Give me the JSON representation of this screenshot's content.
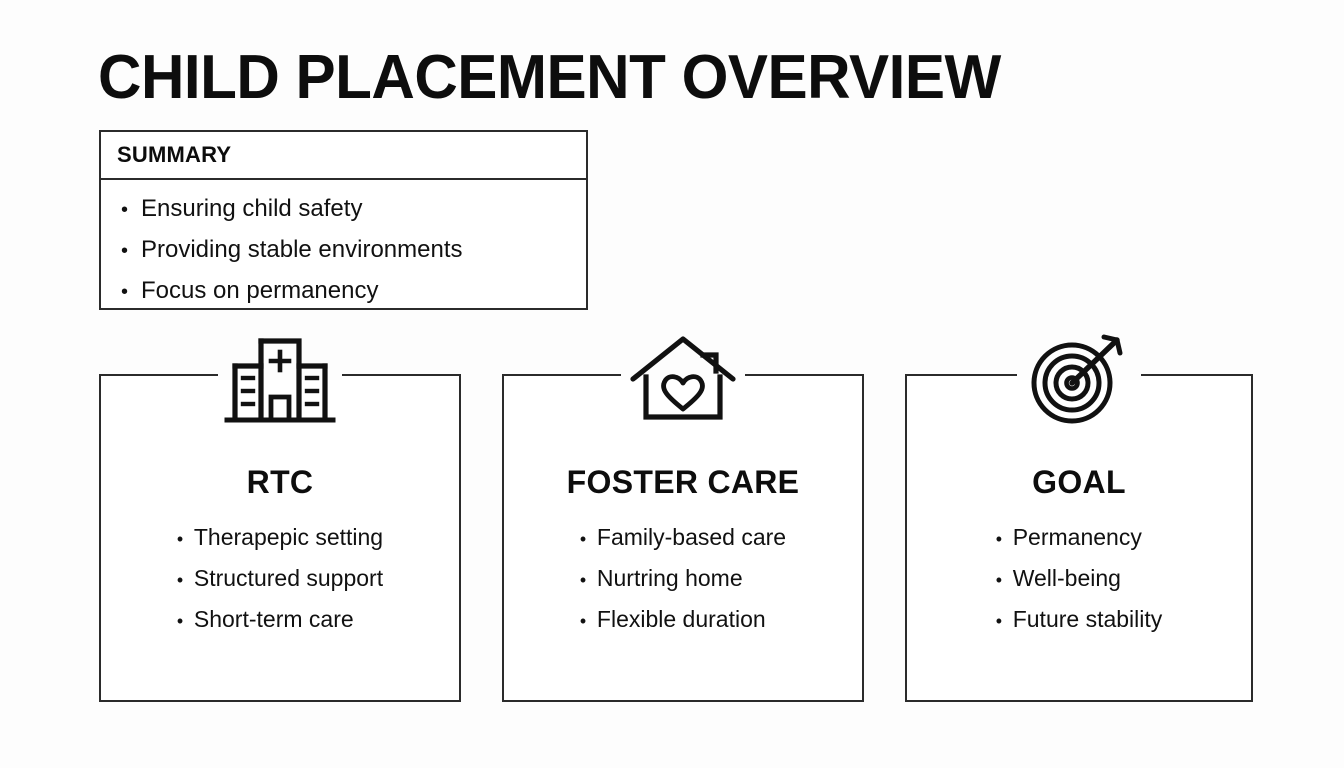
{
  "slide": {
    "title": "CHILD PLACEMENT OVERVIEW",
    "background_color": "#fdfdfd",
    "ink_color": "#111111"
  },
  "summary": {
    "header": "SUMMARY",
    "items": [
      "Ensuring child safety",
      "Providing stable environments",
      "Focus on permanency"
    ],
    "bullet": "•"
  },
  "cards": [
    {
      "icon": "hospital-icon",
      "title": "RTC",
      "bullet": "•",
      "items": [
        "Therapepic setting",
        "Structured support",
        "Short-term care"
      ]
    },
    {
      "icon": "house-heart-icon",
      "title": "FOSTER CARE",
      "bullet": "•",
      "items": [
        "Family-based care",
        "Nurtring home",
        "Flexible duration"
      ]
    },
    {
      "icon": "target-arrow-icon",
      "title": "GOAL",
      "bullet": "•",
      "items": [
        "Permanency",
        "Well-being",
        "Future stability"
      ]
    }
  ]
}
